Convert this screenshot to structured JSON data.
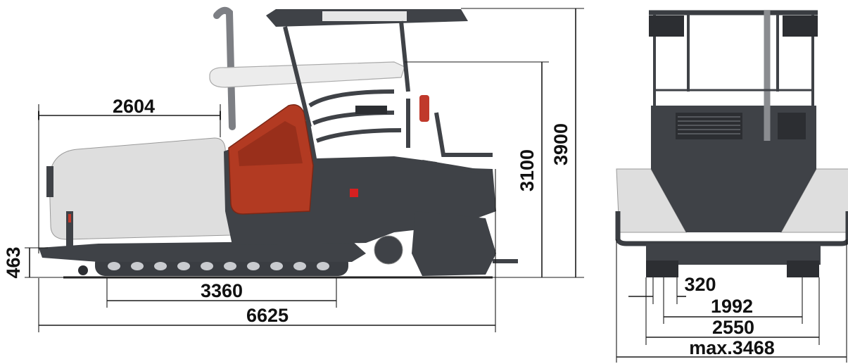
{
  "colors": {
    "chassis": "#3f4247",
    "chassis_dark": "#2c2e32",
    "hopper_gray": "#d9d9d9",
    "engine_red": "#b23a22",
    "roof": "#ececec",
    "line": "#1a1a1a"
  },
  "side_view": {
    "dimensions": {
      "hopper_length": "2604",
      "hopper_height": "463",
      "track_length": "3360",
      "overall_length": "6625",
      "canopy_low_height": "3100",
      "overall_height": "3900"
    }
  },
  "rear_view": {
    "dimensions": {
      "track_width": "320",
      "gauge": "1992",
      "base_width": "2550",
      "max_width": "max.3468"
    }
  }
}
